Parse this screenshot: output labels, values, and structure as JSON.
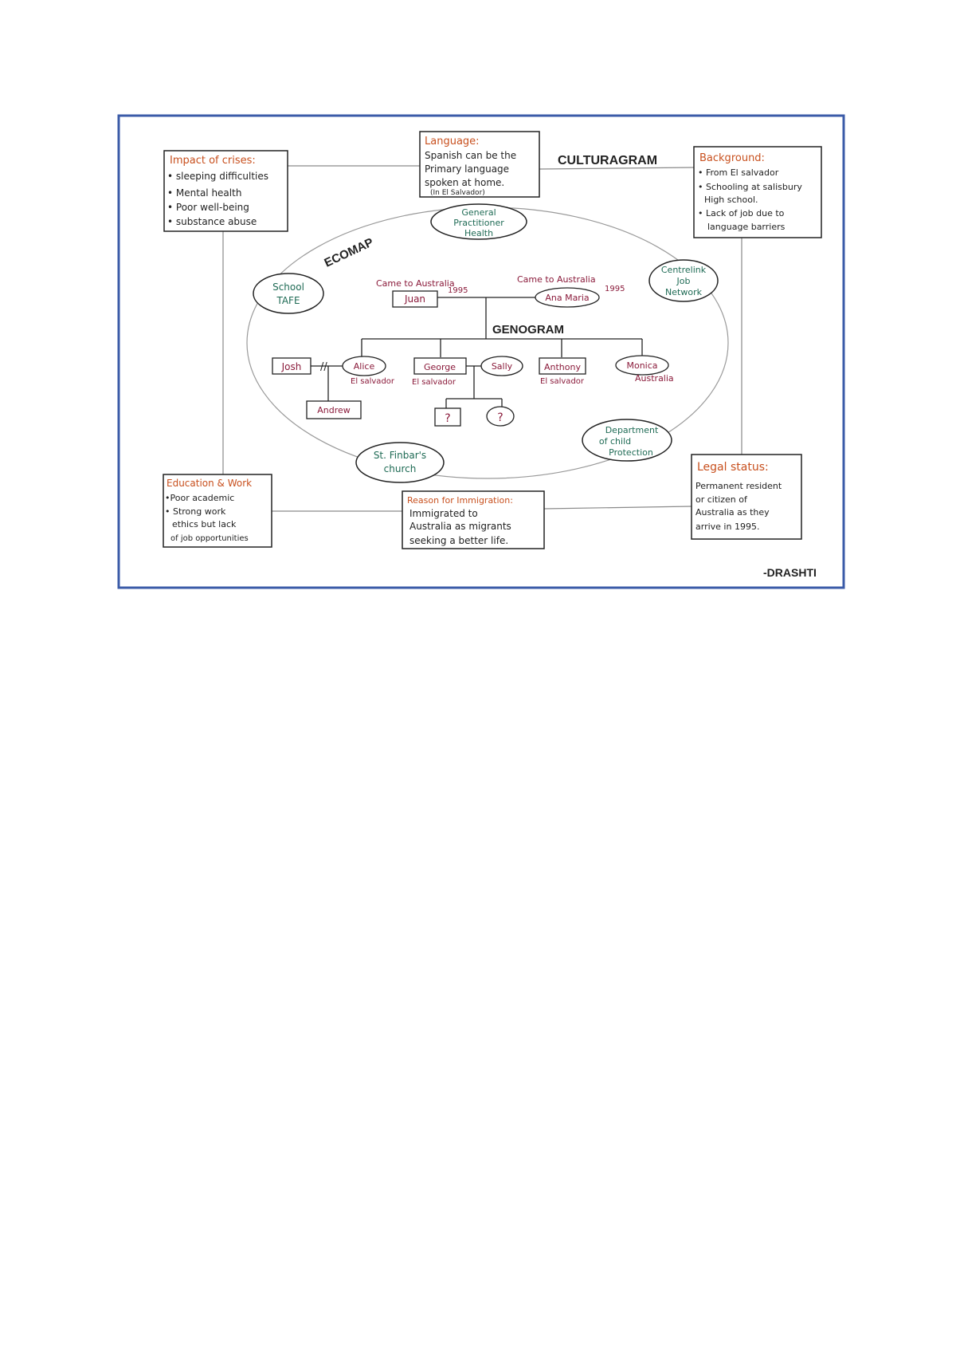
{
  "diagram": {
    "labels": {
      "culturagram": "CULTURAGRAM",
      "ecomap": "ECOMAP",
      "genogram": "GENOGRAM",
      "signature": "-DRASHTI"
    },
    "boxes": {
      "impact": {
        "title": "Impact of crises:",
        "items": [
          "• sleeping difficulties",
          "• Mental health",
          "• Poor well-being",
          "• substance abuse"
        ]
      },
      "language": {
        "title": "Language:",
        "lines": [
          "Spanish can be the",
          "Primary language",
          "spoken at home.",
          "(In El Salvador)"
        ]
      },
      "background": {
        "title": "Background:",
        "lines": [
          "• From El salvador",
          "• Schooling at salisbury",
          "High school.",
          "• Lack of job due to",
          "language barriers"
        ]
      },
      "education": {
        "title": "Education & Work",
        "lines": [
          "•Poor academic",
          "• Strong work",
          "ethics but lack",
          "of job opportunities"
        ]
      },
      "immigration": {
        "title": "Reason for Immigration:",
        "lines": [
          "Immigrated to",
          "Australia as migrants",
          "seeking a better life."
        ]
      },
      "legal": {
        "title": "Legal status:",
        "lines": [
          "Permanent resident",
          "or citizen of",
          "Australia as they",
          "arrive in 1995."
        ]
      }
    },
    "ecomap_nodes": {
      "gp": [
        "General",
        "Practitioner",
        "Health"
      ],
      "school": [
        "School",
        "TAFE"
      ],
      "centrelink": [
        "Centrelink",
        "Job",
        "Network"
      ],
      "church": [
        "St. Finbar's",
        "church"
      ],
      "dcp": [
        "Department",
        "of child",
        "Protection"
      ]
    },
    "genogram": {
      "juan": {
        "name": "Juan",
        "note": "Came to Australia",
        "year": "1995"
      },
      "ana": {
        "name": "Ana Maria",
        "note": "Came to Australia",
        "year": "1995"
      },
      "josh": "Josh",
      "divorce_mark": "//",
      "alice": {
        "name": "Alice",
        "place": "El salvador"
      },
      "george": {
        "name": "George",
        "place": "El salvador"
      },
      "sally": "Sally",
      "anthony": {
        "name": "Anthony",
        "place": "El salvador"
      },
      "monica": {
        "name": "Monica",
        "place": "Australia"
      },
      "andrew": "Andrew",
      "unknown1": "?",
      "unknown2": "?"
    },
    "colors": {
      "frame": "#3b5ba8",
      "ink": "#222222",
      "orange": "#c8501e",
      "maroon": "#8a1a3a",
      "green": "#1f6b55",
      "line": "#8a8a8a"
    }
  }
}
